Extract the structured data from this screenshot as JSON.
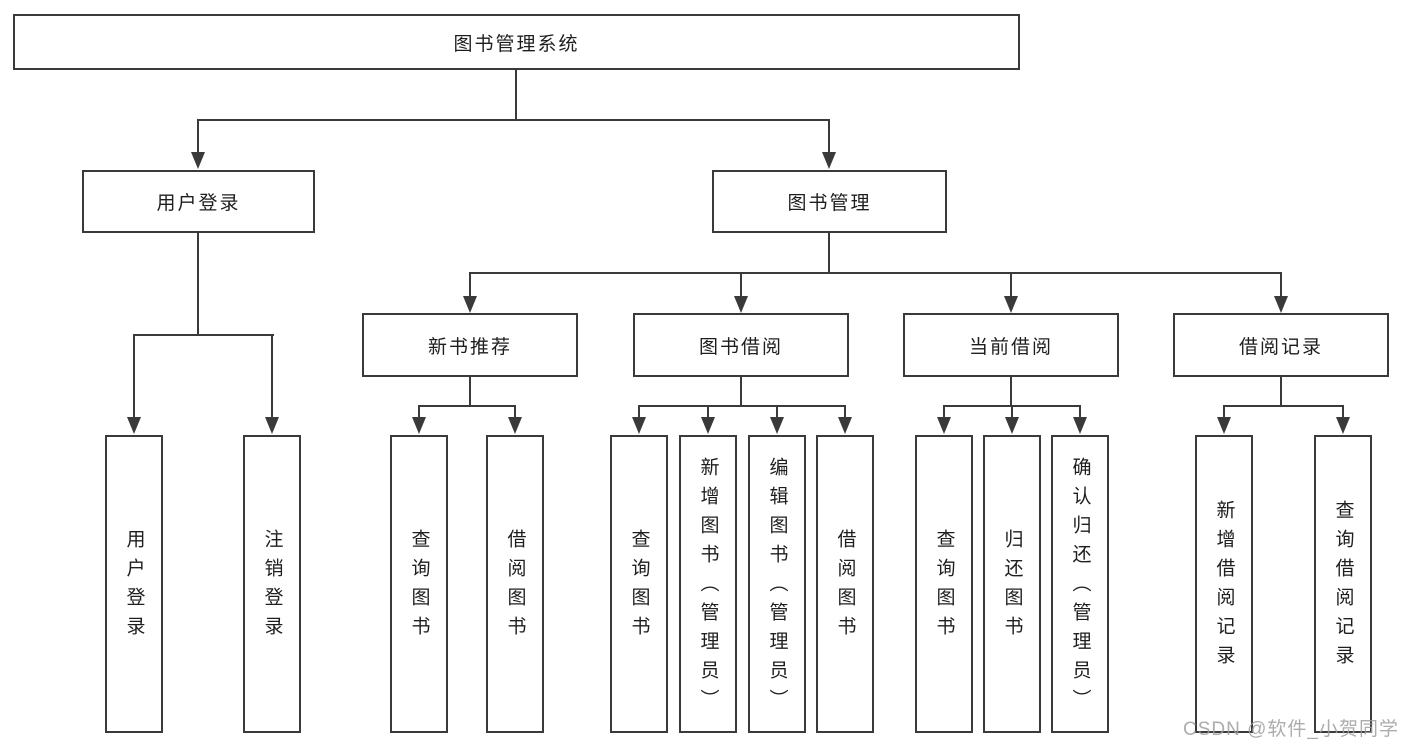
{
  "diagram": {
    "title": "图书管理系统",
    "branches": [
      {
        "label": "用户登录",
        "leaves": [
          "用户登录",
          "注销登录"
        ]
      },
      {
        "label": "图书管理",
        "groups": [
          {
            "label": "新书推荐",
            "leaves": [
              "查询图书",
              "借阅图书"
            ]
          },
          {
            "label": "图书借阅",
            "leaves": [
              "查询图书",
              "新增图书（管理员）",
              "编辑图书（管理员）",
              "借阅图书"
            ]
          },
          {
            "label": "当前借阅",
            "leaves": [
              "查询图书",
              "归还图书",
              "确认归还（管理员）"
            ]
          },
          {
            "label": "借阅记录",
            "leaves": [
              "新增借阅记录",
              "查询借阅记录"
            ]
          }
        ]
      }
    ]
  },
  "watermark": {
    "text": "CSDN @软件_小贺同学"
  },
  "colors": {
    "line": "#3a3a3a",
    "box_border": "#3a3a3a",
    "text": "#1e1e1e",
    "background": "#ffffff",
    "watermark": "#9e9e9e"
  }
}
